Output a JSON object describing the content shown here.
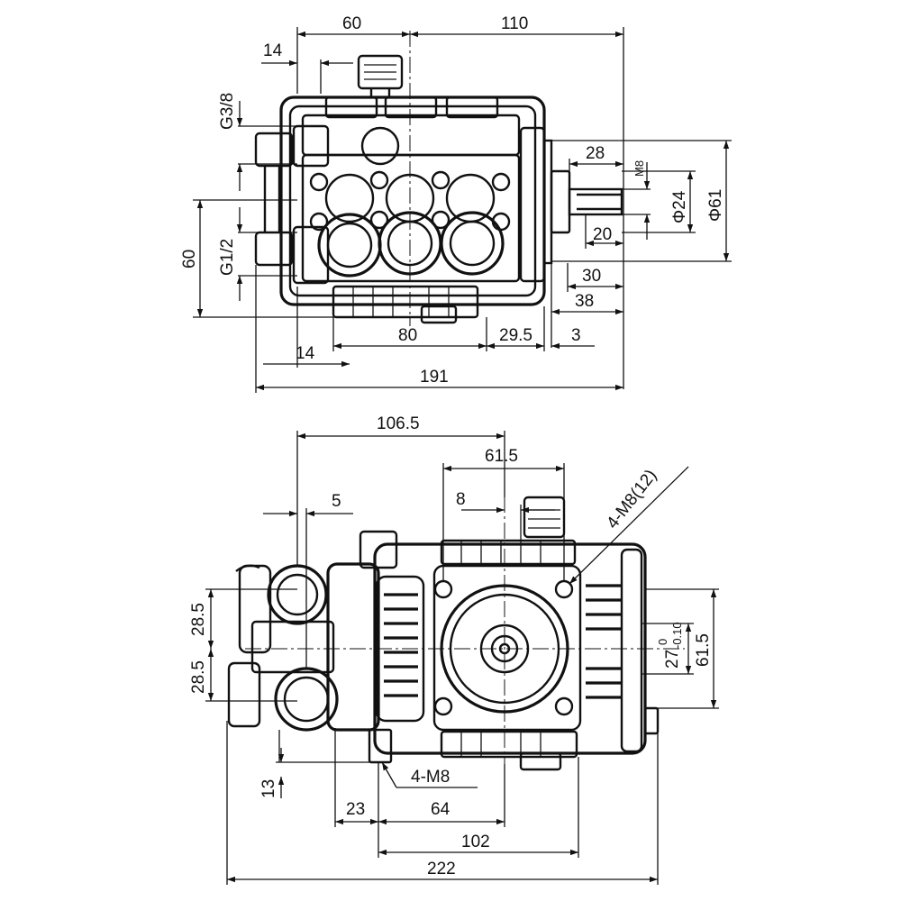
{
  "colors": {
    "line": "#111111",
    "background": "#ffffff"
  },
  "top_view": {
    "dims": {
      "d60_top": "60",
      "d110": "110",
      "d14_top": "14",
      "g38": "G3/8",
      "g12": "G1/2",
      "d60_left": "60",
      "d28": "28",
      "m8": "M8",
      "phi24": "Φ24",
      "phi61": "Φ61",
      "d20": "20",
      "d30": "30",
      "d38": "38",
      "d80": "80",
      "d29_5": "29.5",
      "d3": "3",
      "d14_bottom": "14",
      "d191": "191"
    }
  },
  "bottom_view": {
    "dims": {
      "d106_5": "106.5",
      "d61_5_top": "61.5",
      "d5": "5",
      "d8": "8",
      "m8_12": "4-M8(12)",
      "d28_5_a": "28.5",
      "d28_5_b": "28.5",
      "tol27": "27",
      "tol27_upper": "0",
      "tol27_lower": "-0.10",
      "d61_5_right": "61.5",
      "d13": "13",
      "m8_4": "4-M8",
      "d23": "23",
      "d64": "64",
      "d102": "102",
      "d222": "222"
    }
  }
}
